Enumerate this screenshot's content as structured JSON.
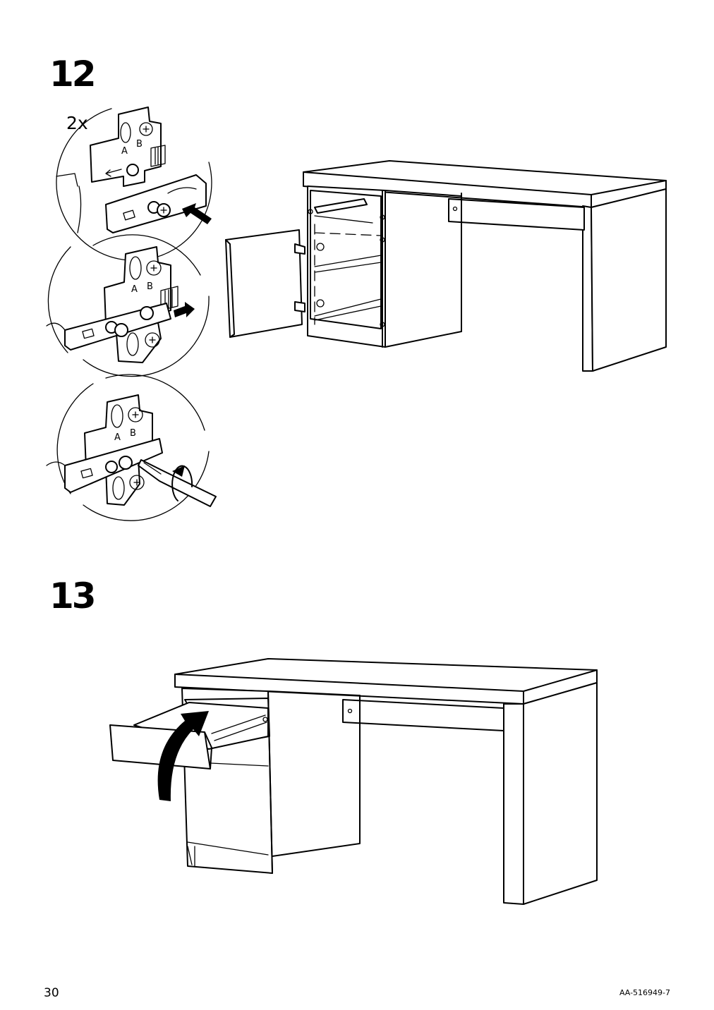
{
  "steps": [
    {
      "number": "12",
      "quantity": "2x",
      "hinge_labels": [
        "A",
        "B"
      ]
    },
    {
      "number": "13"
    }
  ],
  "footer": {
    "page_number": "30",
    "doc_code": "AA-516949-7"
  },
  "icons": [
    "hinge-detail-circle",
    "push-arrow-icon",
    "pull-arrow-icon",
    "rotate-arrow-icon",
    "screwdriver-icon",
    "desk-illustration",
    "drawer-insert-arrow-icon"
  ]
}
